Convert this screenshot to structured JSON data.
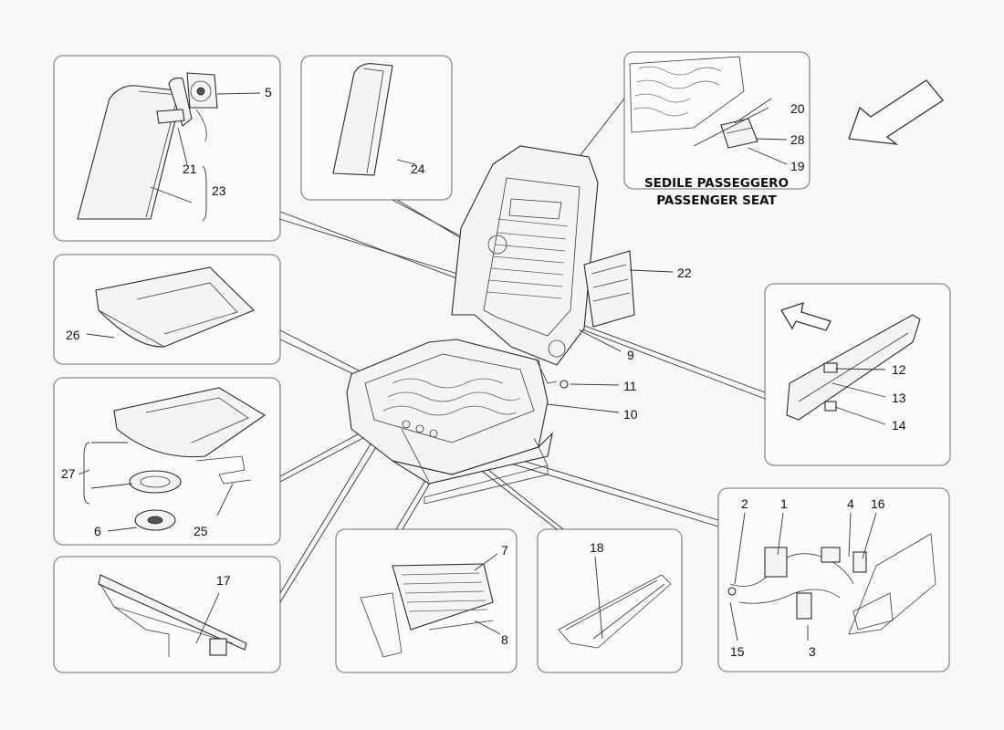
{
  "callouts": {
    "c1": "1",
    "c2": "2",
    "c3": "3",
    "c4": "4",
    "c5": "5",
    "c6": "6",
    "c7": "7",
    "c8": "8",
    "c9": "9",
    "c10": "10",
    "c11": "11",
    "c12": "12",
    "c13": "13",
    "c14": "14",
    "c15": "15",
    "c16": "16",
    "c17": "17",
    "c18": "18",
    "c19": "19",
    "c20": "20",
    "c21": "21",
    "c22": "22",
    "c23": "23",
    "c24": "24",
    "c25": "25",
    "c26": "26",
    "c27": "27",
    "c28": "28"
  },
  "passenger_inset": {
    "caption_it": "SEDILE PASSEGGERO",
    "caption_en": "PASSENGER SEAT"
  },
  "icons": [
    "direction-arrow-icon",
    "direction-arrow-icon"
  ]
}
